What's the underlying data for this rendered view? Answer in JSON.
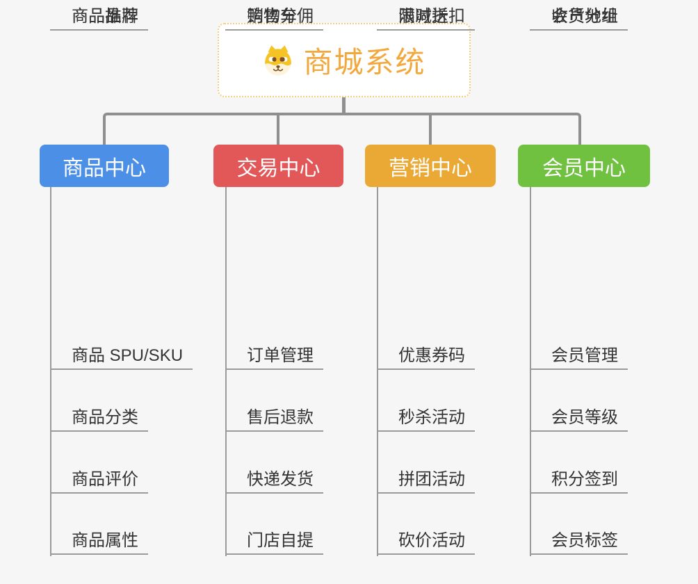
{
  "page": {
    "background": "#f6f6f7",
    "connector_color": "#8f8f8f"
  },
  "root": {
    "title": "商城系统",
    "icon": "dog-face-icon",
    "title_color": "#f1a83c",
    "border_color": "#f6cd7f"
  },
  "branches": [
    {
      "label": "商品中心",
      "color": "#4b90e6",
      "items": [
        "商品 SPU/SKU",
        "商品分类",
        "商品评价",
        "商品属性",
        "商品推荐",
        "商品品牌"
      ]
    },
    {
      "label": "交易中心",
      "color": "#e25758",
      "items": [
        "订单管理",
        "售后退款",
        "快递发货",
        "门店自提",
        "购物车",
        "销售分佣"
      ]
    },
    {
      "label": "营销中心",
      "color": "#eaa935",
      "items": [
        "优惠券码",
        "秒杀活动",
        "拼团活动",
        "砍价活动",
        "限时折扣",
        "满减送"
      ]
    },
    {
      "label": "会员中心",
      "color": "#6fc13f",
      "items": [
        "会员管理",
        "会员等级",
        "积分签到",
        "会员标签",
        "会员分组",
        "收货地址"
      ]
    }
  ]
}
